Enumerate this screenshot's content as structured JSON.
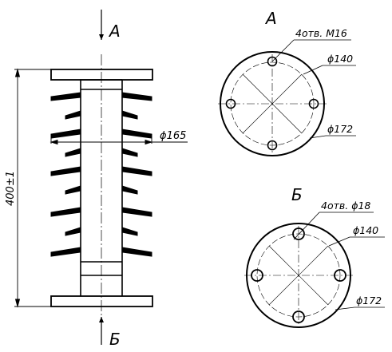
{
  "side_view": {
    "view_a_arrow_label": "А",
    "view_b_arrow_label": "Б",
    "height_dimension": "400±1",
    "shed_diameter": "ϕ165"
  },
  "view_a": {
    "title": "А",
    "holes_note": "4отв. М16",
    "bolt_circle": "ϕ140",
    "flange_diameter": "ϕ172"
  },
  "view_b": {
    "title": "Б",
    "holes_note": "4отв. ϕ18",
    "bolt_circle": "ϕ140",
    "flange_diameter": "ϕ172"
  }
}
